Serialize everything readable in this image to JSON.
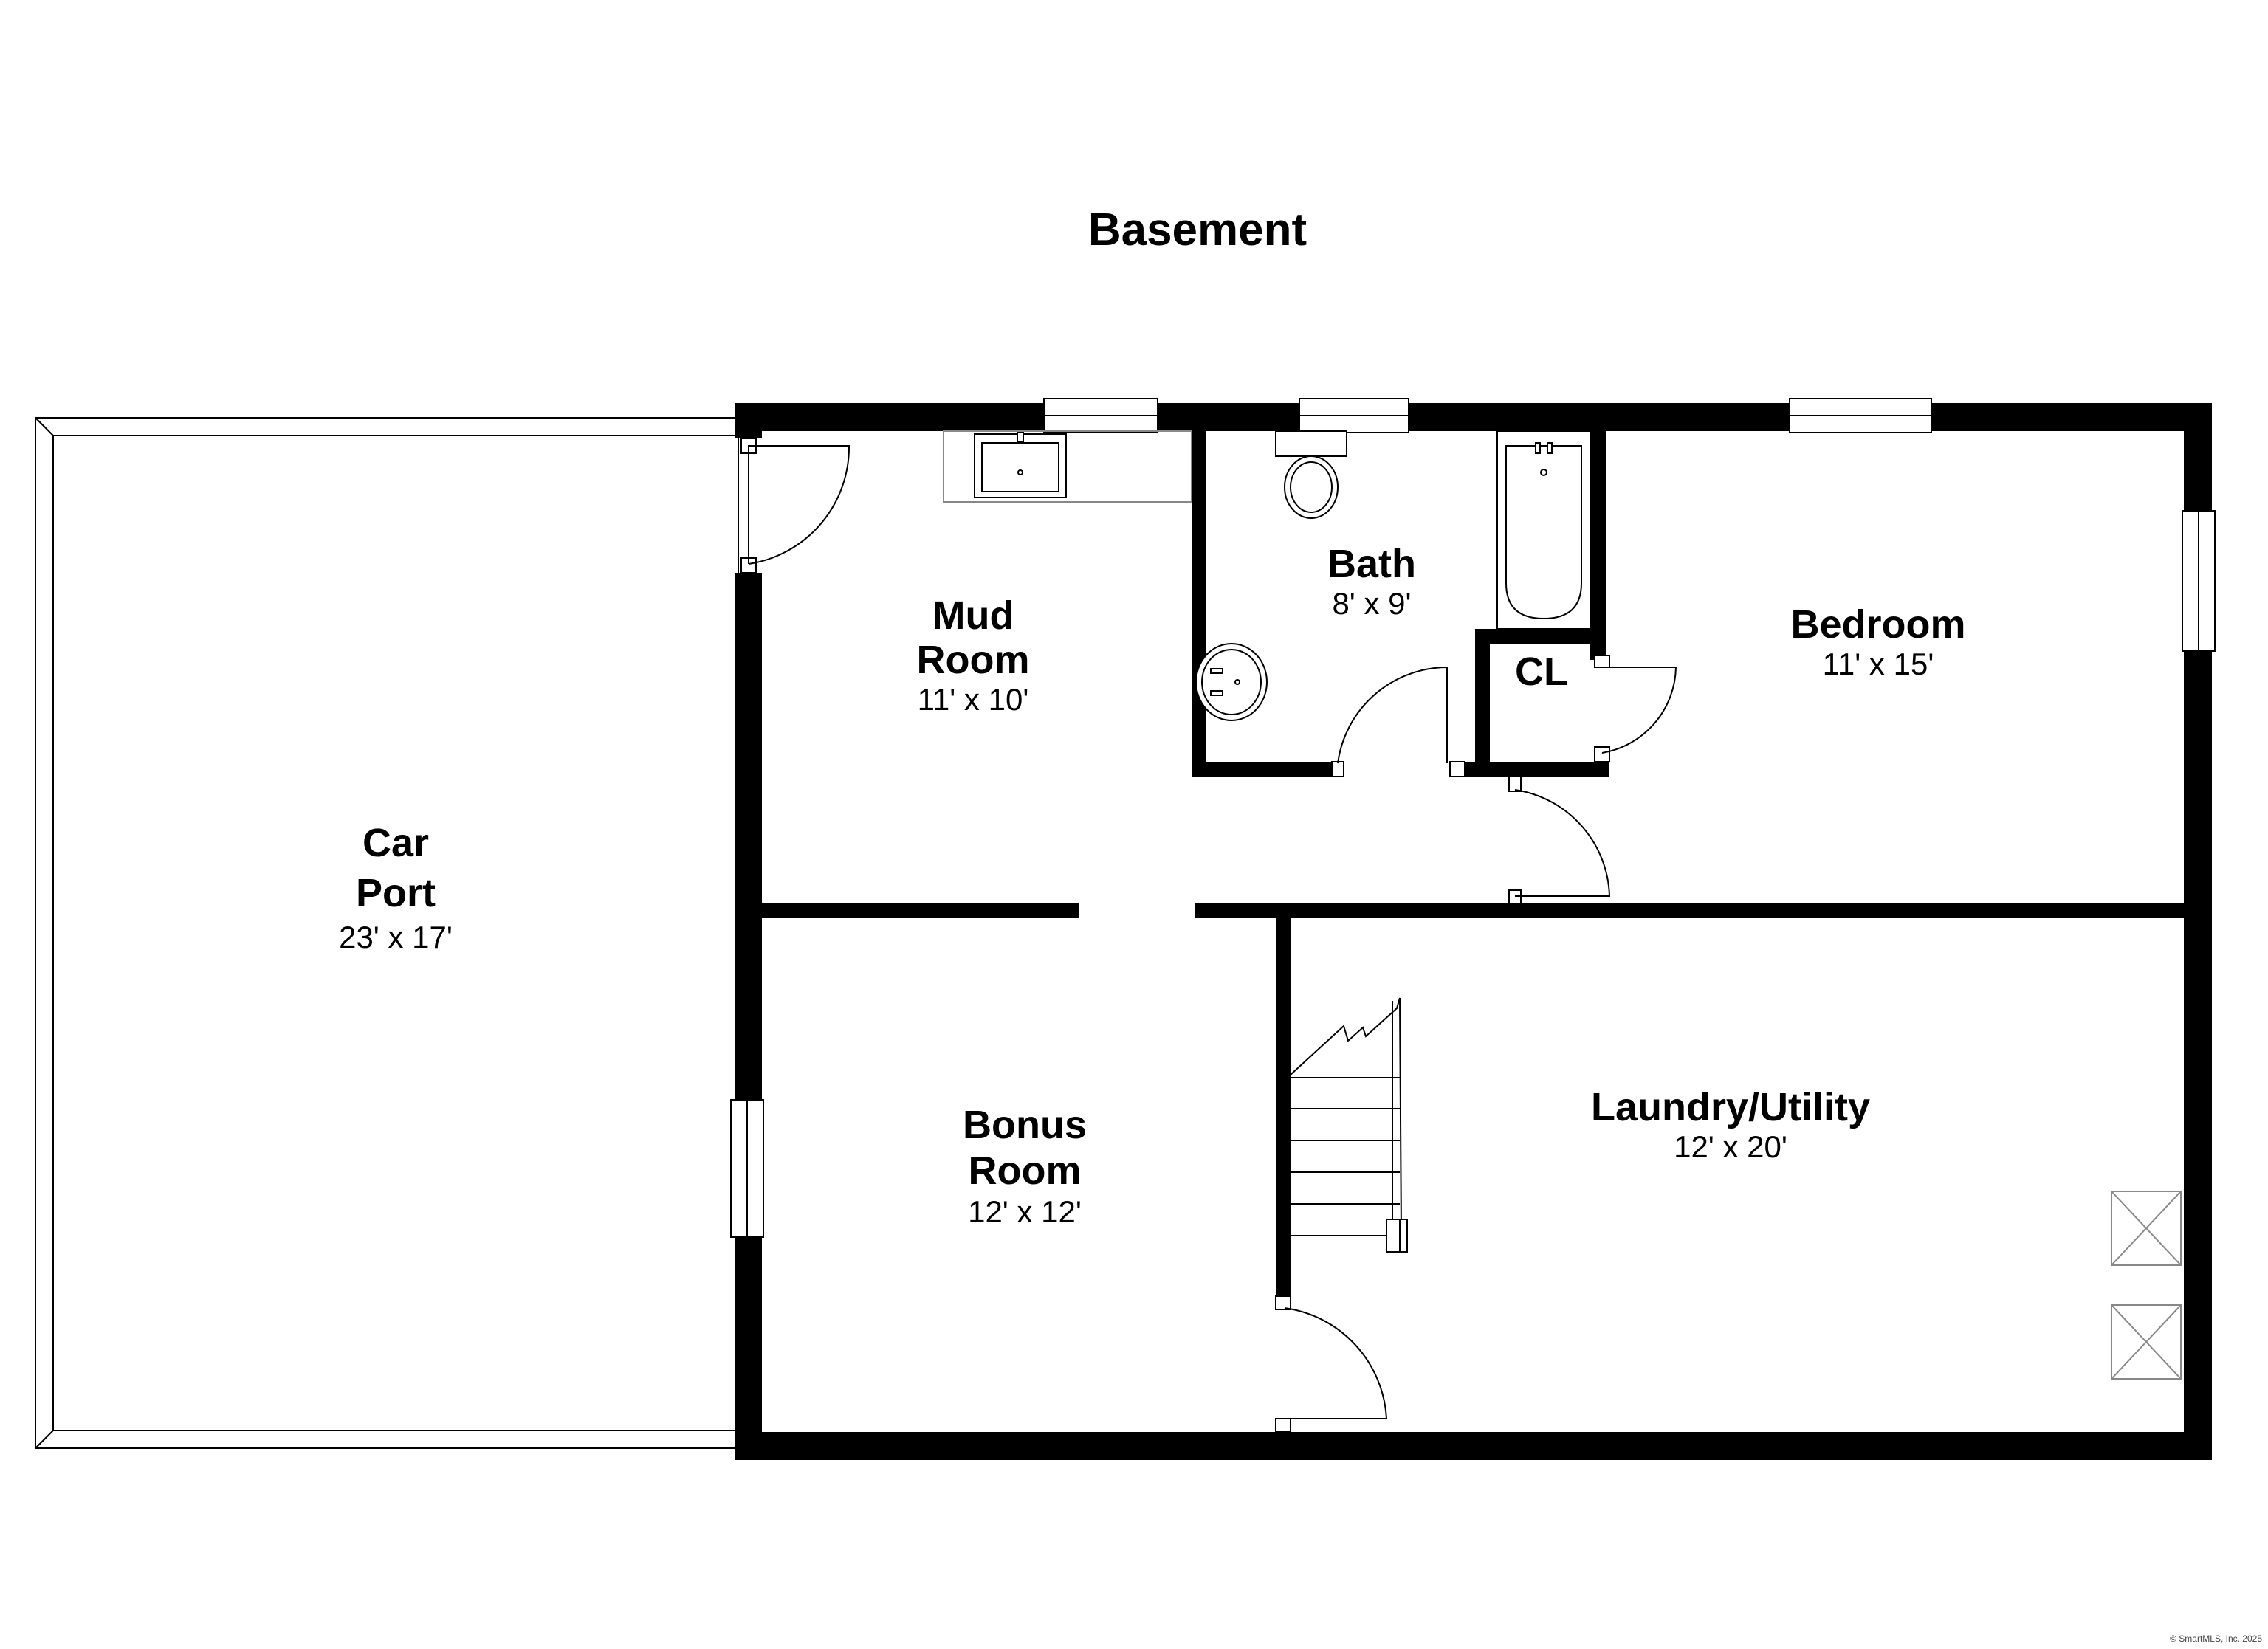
{
  "title": "Basement",
  "rooms": {
    "car_port": {
      "name_line1": "Car",
      "name_line2": "Port",
      "dims": "23' x 17'"
    },
    "mud_room": {
      "name_line1": "Mud",
      "name_line2": "Room",
      "dims": "11' x 10'"
    },
    "bath": {
      "name": "Bath",
      "dims": "8' x 9'"
    },
    "closet": {
      "name": "CL"
    },
    "bedroom": {
      "name": "Bedroom",
      "dims": "11' x 15'"
    },
    "bonus_room": {
      "name_line1": "Bonus",
      "name_line2": "Room",
      "dims": "12' x 12'"
    },
    "laundry_utility": {
      "name": "Laundry/Utility",
      "dims": "12' x 20'"
    }
  },
  "copyright": "© SmartMLS, Inc. 2025"
}
